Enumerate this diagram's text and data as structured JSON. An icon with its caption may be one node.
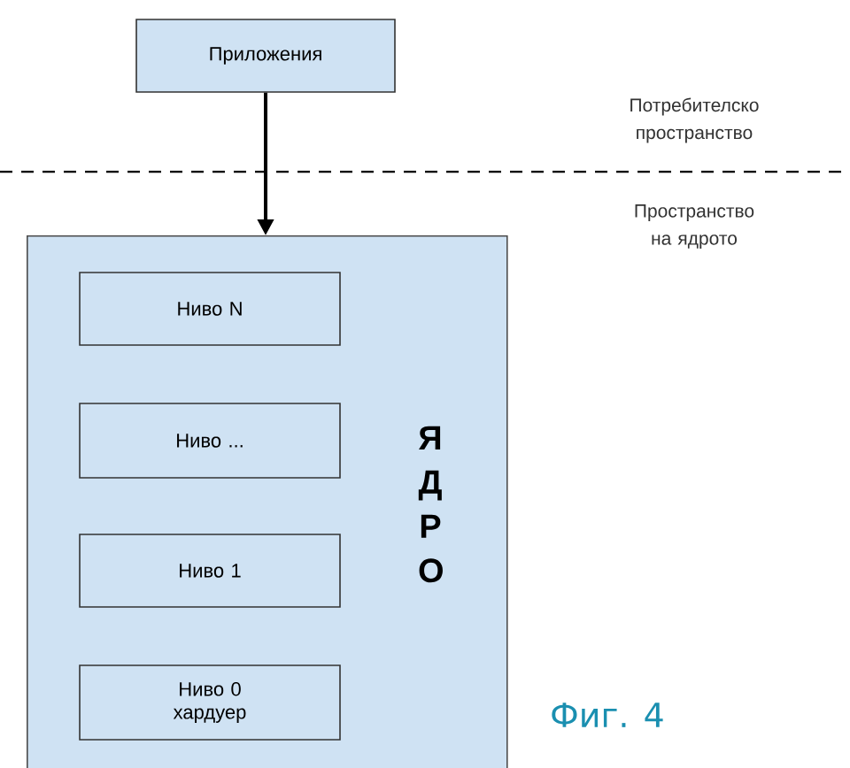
{
  "diagram": {
    "caption": "Фиг. 4",
    "nodes": [
      {
        "text": [
          "Приложения"
        ]
      },
      {
        "text": [
          "Я Д Р О"
        ]
      },
      {
        "text": [
          "Ниво N"
        ],
        "in": 1
      },
      {
        "text": [
          "Ниво ..."
        ],
        "in": 1
      },
      {
        "text": [
          "Ниво 1"
        ],
        "in": 1
      },
      {
        "text": [
          "Ниво 0 хардуер"
        ],
        "in": 1
      }
    ],
    "edges": [
      {
        "from": 0,
        "to": 1,
        "arrow": "to"
      }
    ],
    "labels": [
      "Потребителско пространство",
      "Пространство на ядрото"
    ]
  }
}
